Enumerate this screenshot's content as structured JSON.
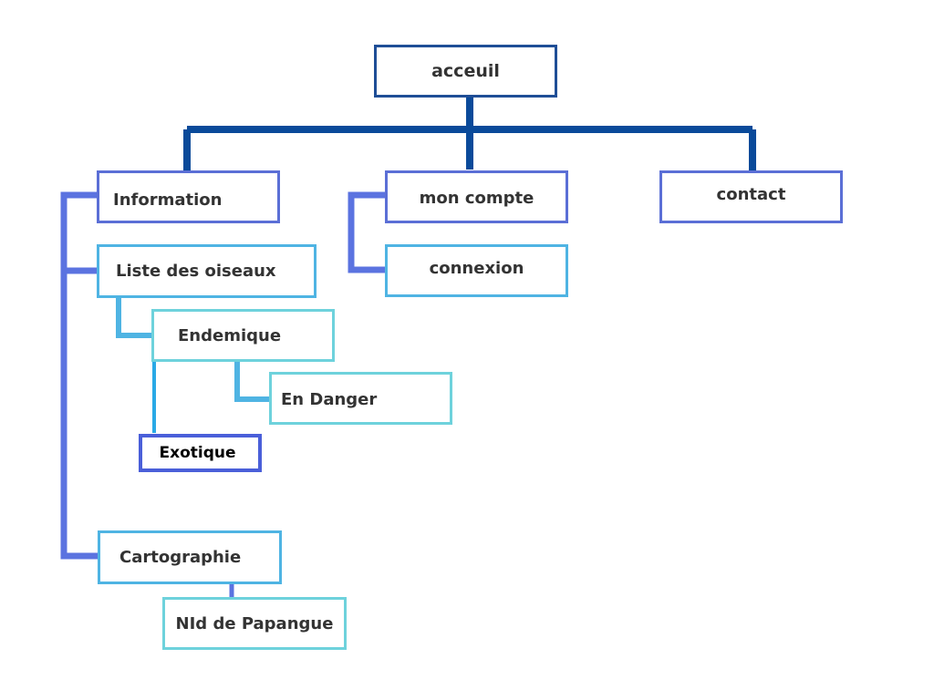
{
  "nodes": {
    "acceuil": {
      "label": "acceuil",
      "border": "#1f4e96"
    },
    "information": {
      "label": "Information",
      "border": "#5b6fd6"
    },
    "mon_compte": {
      "label": "mon compte",
      "border": "#5b6fd6"
    },
    "contact": {
      "label": "contact",
      "border": "#5b6fd6"
    },
    "liste_oiseaux": {
      "label": "Liste des oiseaux",
      "border": "#4fb4e3"
    },
    "connexion": {
      "label": "connexion",
      "border": "#4fb4e3"
    },
    "endemique": {
      "label": "Endemique",
      "border": "#6ed2dc"
    },
    "en_danger": {
      "label": "En Danger",
      "border": "#6ed2dc"
    },
    "exotique": {
      "label": "Exotique",
      "border": "#4a5fd9"
    },
    "cartographie": {
      "label": "Cartographie",
      "border": "#4fb4e3"
    },
    "nid_papangue": {
      "label": "NId de Papangue",
      "border": "#6ed2dc"
    }
  },
  "colors": {
    "root_connector": "#0a4a9a",
    "branch_connector": "#5b73e0",
    "list_connector": "#4fb4e3",
    "light_connector": "#2aa9e6"
  }
}
